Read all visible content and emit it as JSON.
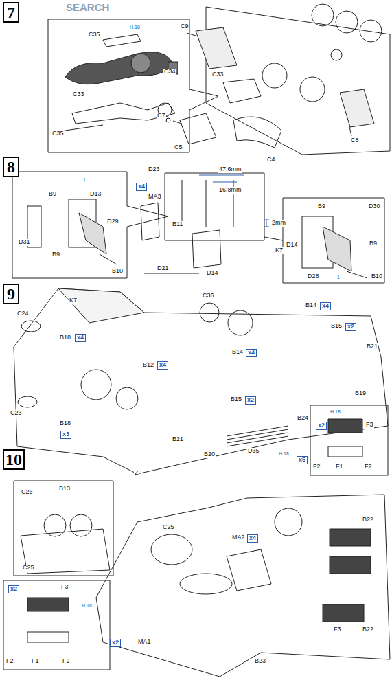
{
  "diagram": {
    "nodes": [
      {
        "text": [
          "7"
        ]
      },
      {
        "text": [
          "8"
        ]
      },
      {
        "text": [
          "9"
        ]
      },
      {
        "text": [
          "10"
        ]
      }
    ],
    "labels": [
      "SEARCH",
      "C35",
      "H.18",
      "C34",
      "C33",
      "C35",
      "C9",
      "C33",
      "C7",
      "C5",
      "C8",
      "C4",
      "D23",
      "x4",
      "MA3",
      "47.6mm",
      "16.8mm",
      "2mm",
      "B11",
      "D21",
      "D14",
      "K7",
      "B9",
      "D13",
      "D29",
      "D31",
      "B9",
      "B10",
      "1",
      "B9",
      "D30",
      "D14",
      "B9",
      "D28",
      "B10",
      "1",
      "K7",
      "C36",
      "B14",
      "x4",
      "B15",
      "x2",
      "B21",
      "C24",
      "B18",
      "x4",
      "B12",
      "x4",
      "B14",
      "x4",
      "B15",
      "x2",
      "B19",
      "C23",
      "B18",
      "x3",
      "B21",
      "B20",
      "D35",
      "H.18",
      "B24",
      "x5",
      "Z",
      "x2",
      "H.18",
      "F3",
      "F2",
      "F1",
      "F2",
      "C26",
      "B13",
      "C25",
      "C25",
      "MA2",
      "x4",
      "B22",
      "B22",
      "F3",
      "MA1",
      "x2",
      "B23",
      "x2",
      "F3",
      "H.18",
      "F2",
      "F1",
      "F2"
    ]
  }
}
